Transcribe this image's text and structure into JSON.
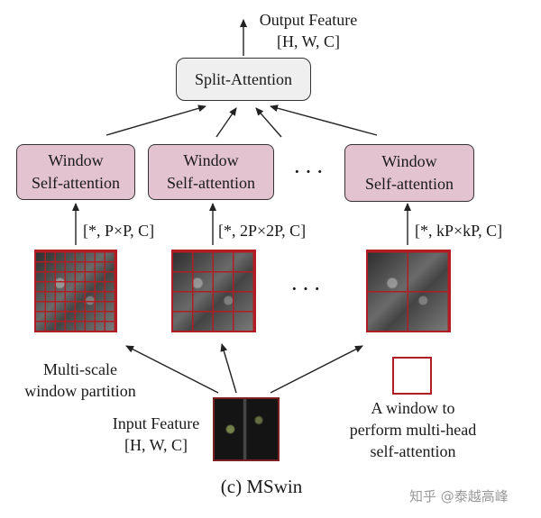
{
  "output": {
    "line1": "Output Feature",
    "line2": "[H, W, C]"
  },
  "split_attention": "Split-Attention",
  "windows": [
    {
      "line1": "Window",
      "line2": "Self-attention",
      "dims": "[*, P×P, C]"
    },
    {
      "line1": "Window",
      "line2": "Self-attention",
      "dims": "[*, 2P×2P, C]"
    },
    {
      "line1": "Window",
      "line2": "Self-attention",
      "dims": "[*, kP×kP, C]"
    }
  ],
  "ellipsis": "···",
  "grid_divisions": [
    8,
    4,
    2
  ],
  "partition_label": {
    "line1": "Multi-scale",
    "line2": "window partition"
  },
  "input": {
    "line1": "Input Feature",
    "line2": "[H, W, C]"
  },
  "legend": {
    "line1": "A window to",
    "line2": "perform multi-head",
    "line3": "self-attention"
  },
  "caption": "(c) MSwin",
  "watermark": "知乎 @泰越高峰",
  "colors": {
    "window_fill": "#e4c3d0",
    "split_fill": "#efefef",
    "grid_line": "#b01e23"
  }
}
